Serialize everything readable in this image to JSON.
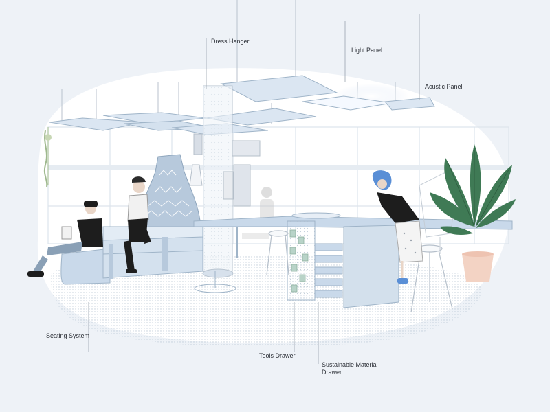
{
  "labels": {
    "dress_hanger": "Dress Hanger",
    "light_panel": "Light Panel",
    "acoustic_panel": "Acustic Panel",
    "seating_system": "Seating System",
    "tools_drawer": "Tools Drawer",
    "material_drawer": "Sustainable Material Drawer"
  },
  "colors": {
    "background": "#eef2f7",
    "floor": "#dce6f1",
    "furniture": "#c9d9ea",
    "furniture_dark": "#a9bfd6",
    "leader_line": "#9aa3ad",
    "plant": "#3f7a55",
    "pot": "#f3d3c4",
    "hair_blue": "#5a8fd6"
  },
  "icons": [
    "dress-icon",
    "plant-icon",
    "person-icon",
    "panel-icon"
  ]
}
